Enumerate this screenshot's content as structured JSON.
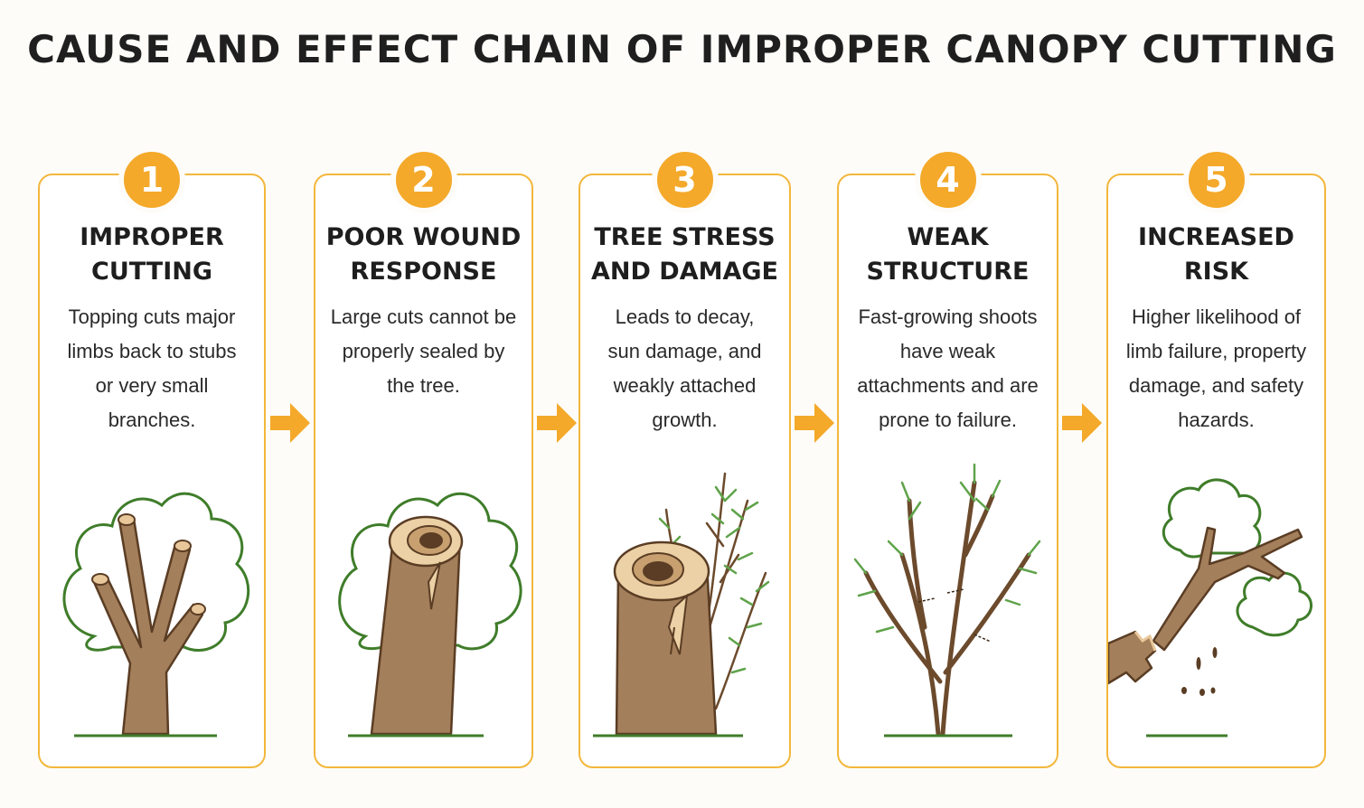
{
  "title": "CAUSE AND EFFECT CHAIN OF IMPROPER CANOPY CUTTING",
  "steps": [
    {
      "number": "1",
      "heading_line1": "IMPROPER",
      "heading_line2": "CUTTING",
      "body": [
        "Topping cuts major",
        "limbs back to stubs",
        "or very small",
        "branches."
      ]
    },
    {
      "number": "2",
      "heading_line1": "POOR WOUND",
      "heading_line2": "RESPONSE",
      "body": [
        "Large cuts cannot be",
        "properly sealed by",
        "the tree."
      ]
    },
    {
      "number": "3",
      "heading_line1": "TREE STRESS",
      "heading_line2": "AND DAMAGE",
      "body": [
        "Leads to decay,",
        "sun damage, and",
        "weakly attached",
        "growth."
      ]
    },
    {
      "number": "4",
      "heading_line1": "WEAK",
      "heading_line2": "STRUCTURE",
      "body": [
        "Fast-growing shoots",
        "have weak",
        "attachments and are",
        "prone to failure."
      ]
    },
    {
      "number": "5",
      "heading_line1": "INCREASED",
      "heading_line2": "RISK",
      "body": [
        "Higher likelihood of",
        "limb failure, property",
        "damage, and safety",
        "hazards."
      ]
    }
  ],
  "colors": {
    "accent": "#f4a92a",
    "border": "#f3b73b",
    "trunk": "#a47f5b",
    "foliage": "#3f7d2a"
  }
}
